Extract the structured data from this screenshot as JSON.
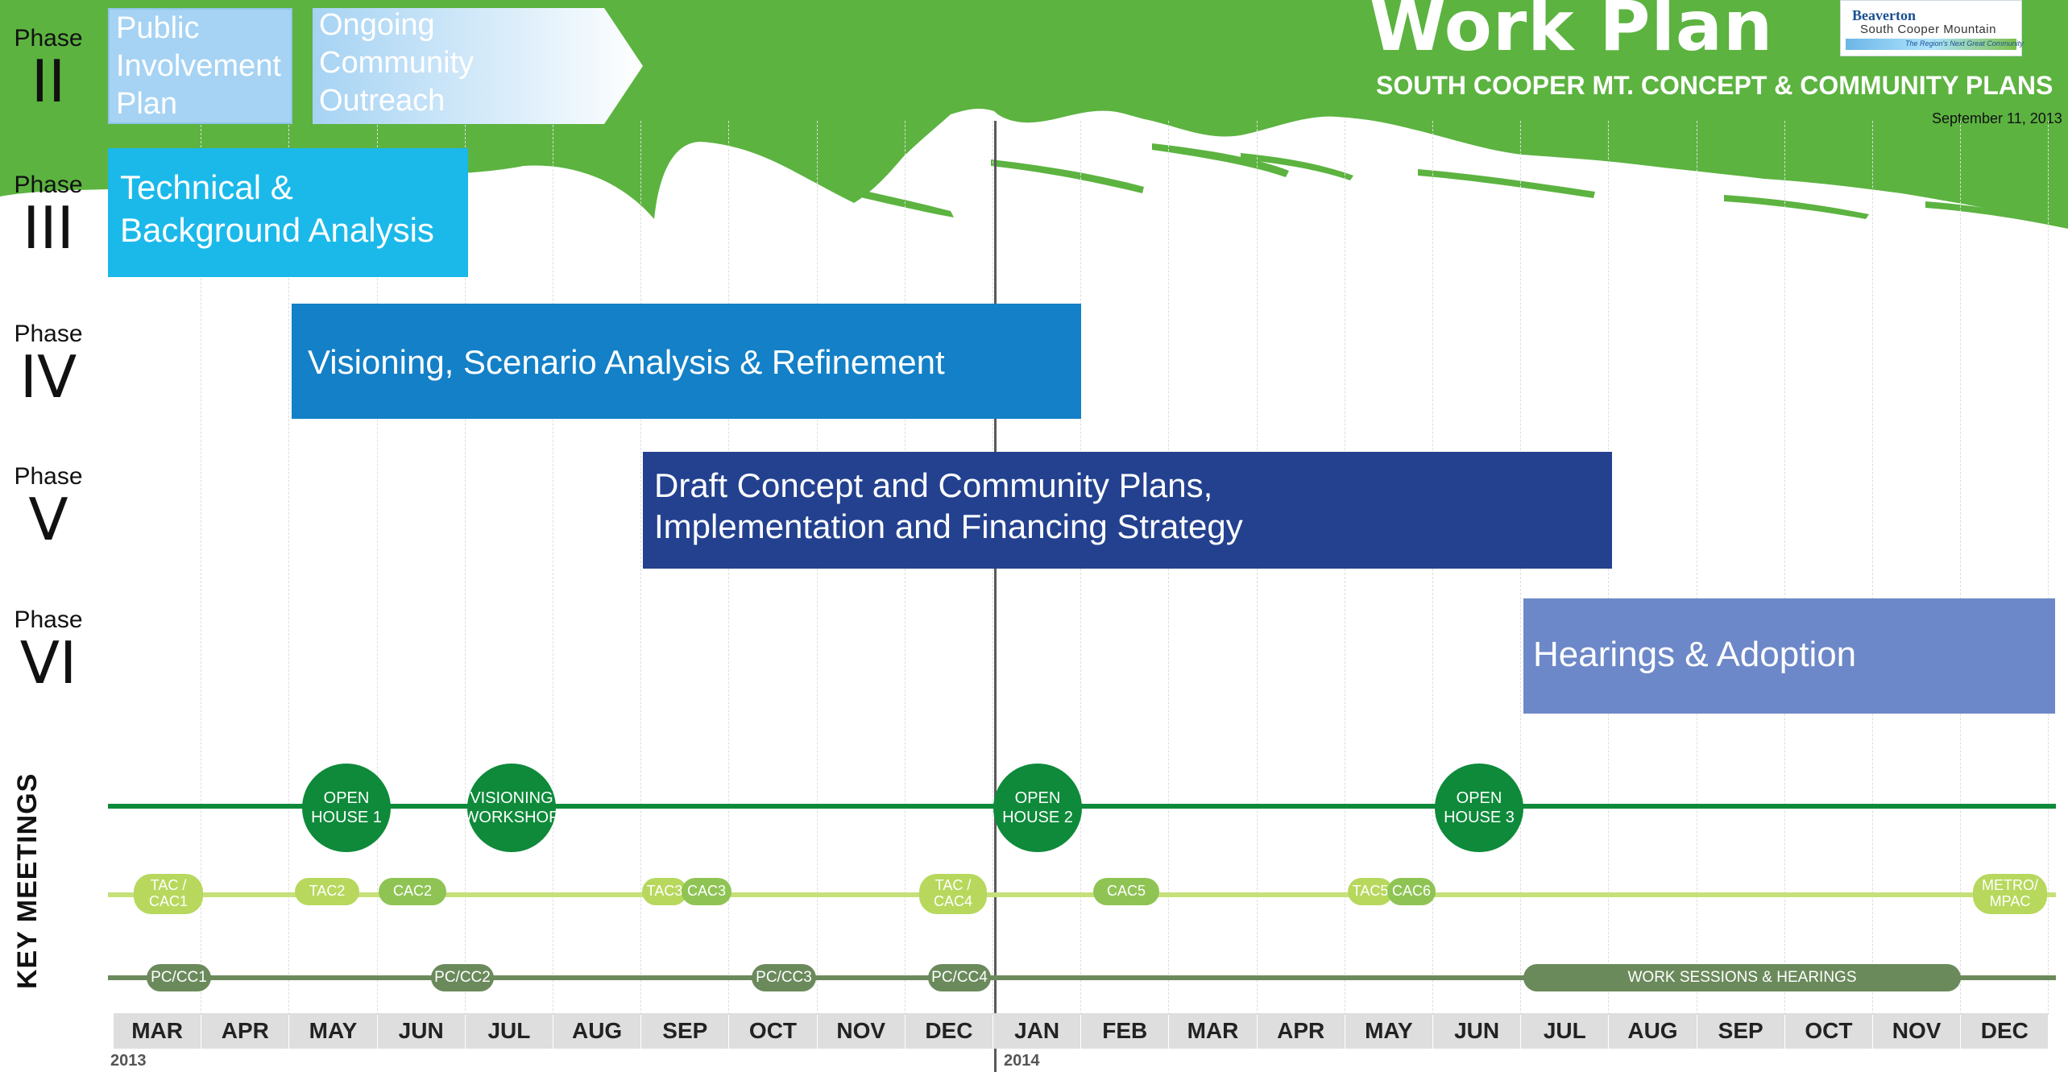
{
  "header": {
    "title": "Work Plan",
    "subtitle": "SOUTH COOPER MT. CONCEPT & COMMUNITY PLANS",
    "date": "September 11, 2013",
    "logo": {
      "line1": "Beaverton",
      "line2": "South Cooper Mountain",
      "tagline": "The Region's Next Great Community"
    }
  },
  "colors": {
    "green_band": "#5cb340",
    "phase2_bar": "#a6d3f3",
    "phase3_bar": "#1bb9ea",
    "phase4_bar": "#1380c7",
    "phase5_bar": "#23418f",
    "phase6_bar": "#6d88c8",
    "open_house": "#0e8a3a",
    "tac_cac": "#b7d85d",
    "pc_cc": "#6b8a5c"
  },
  "phases": [
    {
      "word": "Phase",
      "numeral": "II"
    },
    {
      "word": "Phase",
      "numeral": "III"
    },
    {
      "word": "Phase",
      "numeral": "IV"
    },
    {
      "word": "Phase",
      "numeral": "V"
    },
    {
      "word": "Phase",
      "numeral": "VI"
    }
  ],
  "bars": {
    "public_involvement": [
      "Public",
      "Involvement",
      "Plan"
    ],
    "ongoing_outreach": [
      "Ongoing",
      "Community",
      "Outreach"
    ],
    "technical": [
      "Technical &",
      "Background Analysis"
    ],
    "visioning": [
      "Visioning, Scenario Analysis & Refinement"
    ],
    "draft": [
      "Draft Concept and Community Plans,",
      "Implementation and Financing Strategy"
    ],
    "hearings": [
      "Hearings & Adoption"
    ]
  },
  "key_meetings_label": "KEY MEETINGS",
  "open_houses": [
    [
      "OPEN",
      "HOUSE 1"
    ],
    [
      "VISIONING",
      "WORKSHOP"
    ],
    [
      "OPEN",
      "HOUSE 2"
    ],
    [
      "OPEN",
      "HOUSE 3"
    ]
  ],
  "tac_cac": [
    [
      "TAC /",
      "CAC1"
    ],
    [
      "TAC2"
    ],
    [
      "CAC2"
    ],
    [
      "TAC3"
    ],
    [
      "CAC3"
    ],
    [
      "TAC /",
      "CAC4"
    ],
    [
      "CAC5"
    ],
    [
      "TAC5"
    ],
    [
      "CAC6"
    ],
    [
      "METRO/",
      "MPAC"
    ]
  ],
  "pc_cc": [
    "PC/CC1",
    "PC/CC2",
    "PC/CC3",
    "PC/CC4",
    "WORK SESSIONS & HEARINGS"
  ],
  "months": [
    "MAR",
    "APR",
    "MAY",
    "JUN",
    "JUL",
    "AUG",
    "SEP",
    "OCT",
    "NOV",
    "DEC",
    "JAN",
    "FEB",
    "MAR",
    "APR",
    "MAY",
    "JUN",
    "JUL",
    "AUG",
    "SEP",
    "OCT",
    "NOV",
    "DEC"
  ],
  "years": [
    "2013",
    "2014"
  ]
}
